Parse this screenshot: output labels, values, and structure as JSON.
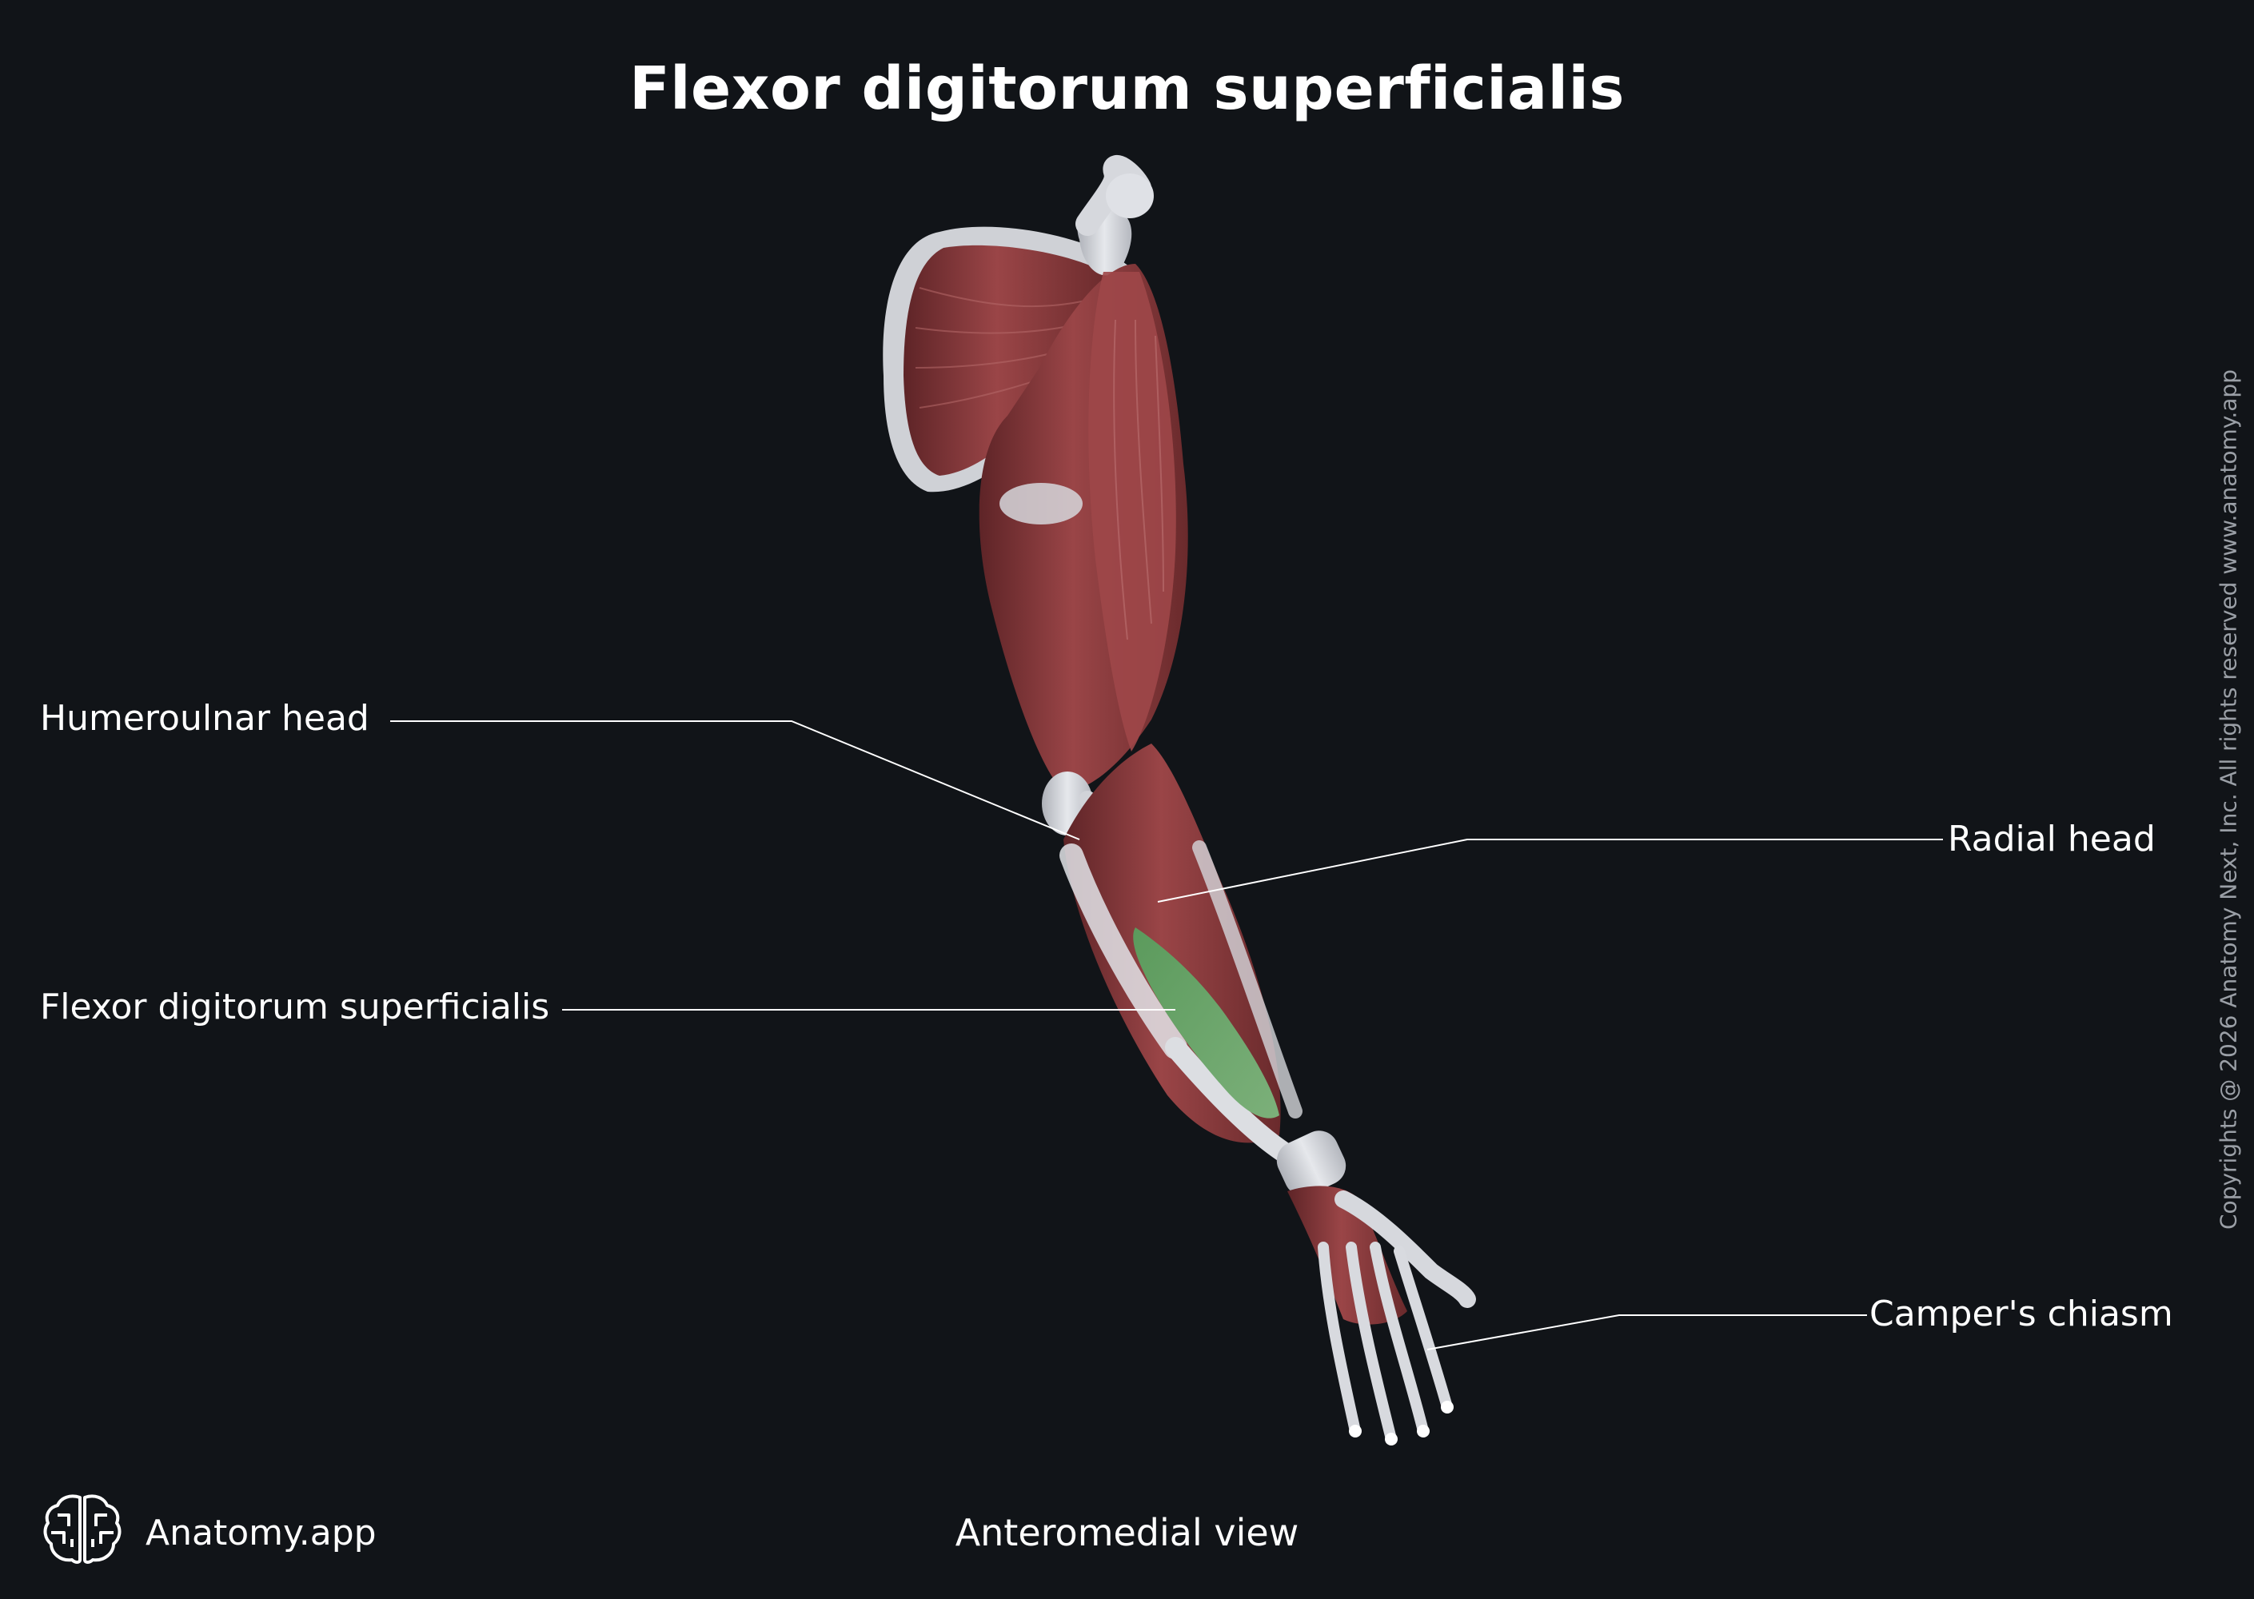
{
  "title": "Flexor digitorum superficialis",
  "labels": {
    "humeroulnar_head": "Humeroulnar head",
    "radial_head": "Radial head",
    "fds": "Flexor digitorum superficialis",
    "campers_chiasm": "Camper's chiasm"
  },
  "view": "Anteromedial view",
  "brand": {
    "name": "Anatomy.app",
    "logo_icon": "brain-logo-icon"
  },
  "copyright": "Copyrights @ 2026 Anatomy Next, Inc. All rights reserved www.anatomy.app",
  "colors": {
    "background": "#111418",
    "muscle": "#8b3a3c",
    "bone": "#d9dbe0",
    "highlight": "#6aa56a",
    "leader_line": "#ffffff"
  }
}
